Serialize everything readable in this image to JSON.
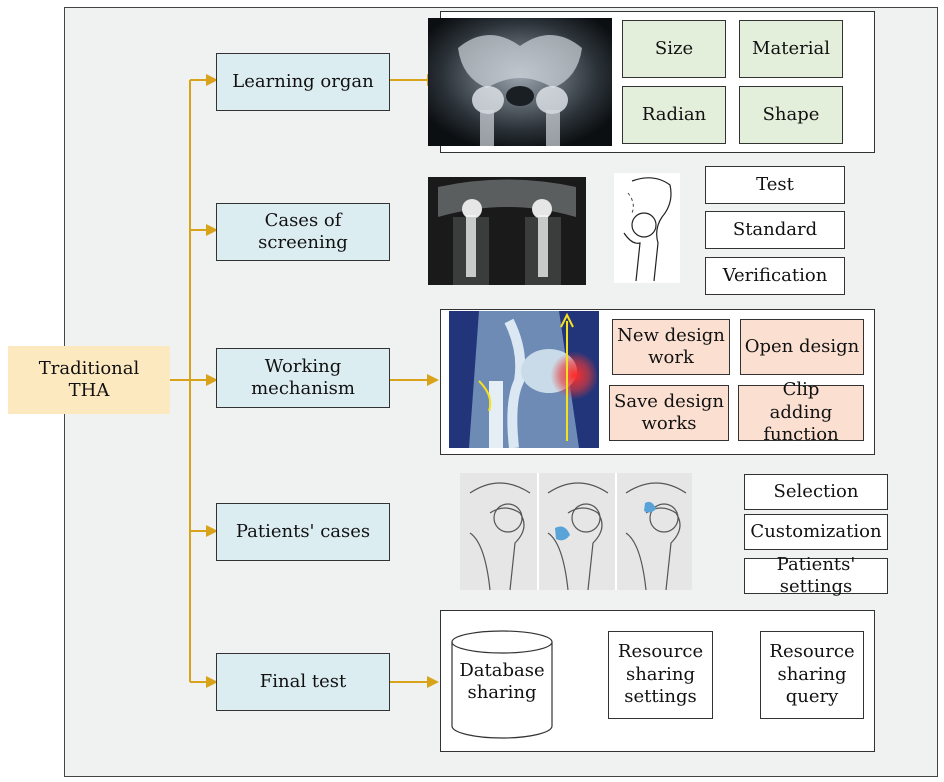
{
  "root": {
    "label": "Traditional THA"
  },
  "stages": {
    "learning": {
      "label": "Learning organ"
    },
    "screening": {
      "label": "Cases of screening"
    },
    "working": {
      "label": "Working mechanism"
    },
    "patients": {
      "label": "Patients' cases"
    },
    "final": {
      "label": "Final test"
    }
  },
  "learning_attrs": {
    "size": "Size",
    "material": "Material",
    "radian": "Radian",
    "shape": "Shape"
  },
  "screening_items": {
    "test": "Test",
    "standard": "Standard",
    "verification": "Verification"
  },
  "working_items": {
    "new_design": "New design work",
    "open_design": "Open design",
    "save_design": "Save design works",
    "clip_adding": "Clip adding function"
  },
  "patients_items": {
    "selection": "Selection",
    "customization": "Customization",
    "settings": "Patients' settings"
  },
  "final_flow": {
    "database": "Database sharing",
    "settings": "Resource sharing settings",
    "query": "Resource sharing query"
  },
  "colors": {
    "arrow_gold": "#d9a21b",
    "arrow_red": "#e0412a",
    "stage_fill": "#dcedf2",
    "root_fill": "#fde9c0",
    "green_fill": "#e3eedb",
    "pink_fill": "#fbe0d2"
  }
}
